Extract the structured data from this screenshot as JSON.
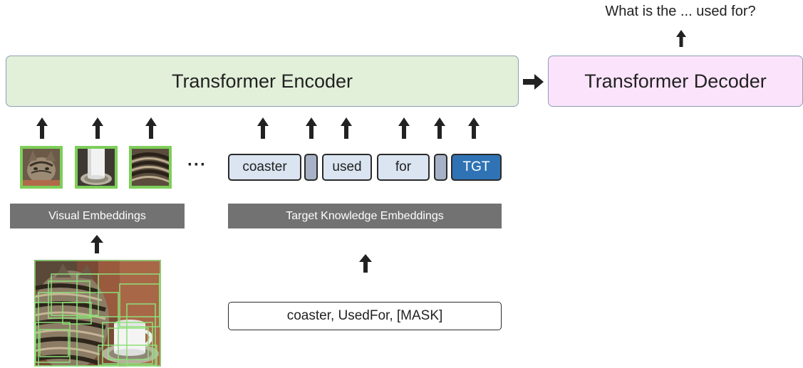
{
  "encoder": {
    "label": "Transformer Encoder"
  },
  "decoder": {
    "label": "Transformer Decoder"
  },
  "output_question": "What is the ... used for?",
  "ellipsis": "···",
  "tokens": [
    {
      "label": "coaster",
      "kind": "word"
    },
    {
      "label": "",
      "kind": "separator"
    },
    {
      "label": "used",
      "kind": "word"
    },
    {
      "label": "for",
      "kind": "word"
    },
    {
      "label": "",
      "kind": "separator"
    },
    {
      "label": "TGT",
      "kind": "target"
    }
  ],
  "visual_embeddings_label": "Visual Embeddings",
  "knowledge_embeddings_label": "Target Knowledge Embeddings",
  "knowledge_triple": "coaster, UsedFor, [MASK]",
  "image_region_thumbnails": [
    "cat-face-crop",
    "mug-on-coaster-crop",
    "cat-fur-crop"
  ],
  "colors": {
    "encoder_fill": "#e2efd9",
    "decoder_fill": "#fbe3fb",
    "token_fill": "#dbe4f1",
    "separator_fill": "#a7b2c6",
    "target_fill": "#2f73b5",
    "bar_fill": "#727272",
    "region_box": "#7dce5a"
  }
}
